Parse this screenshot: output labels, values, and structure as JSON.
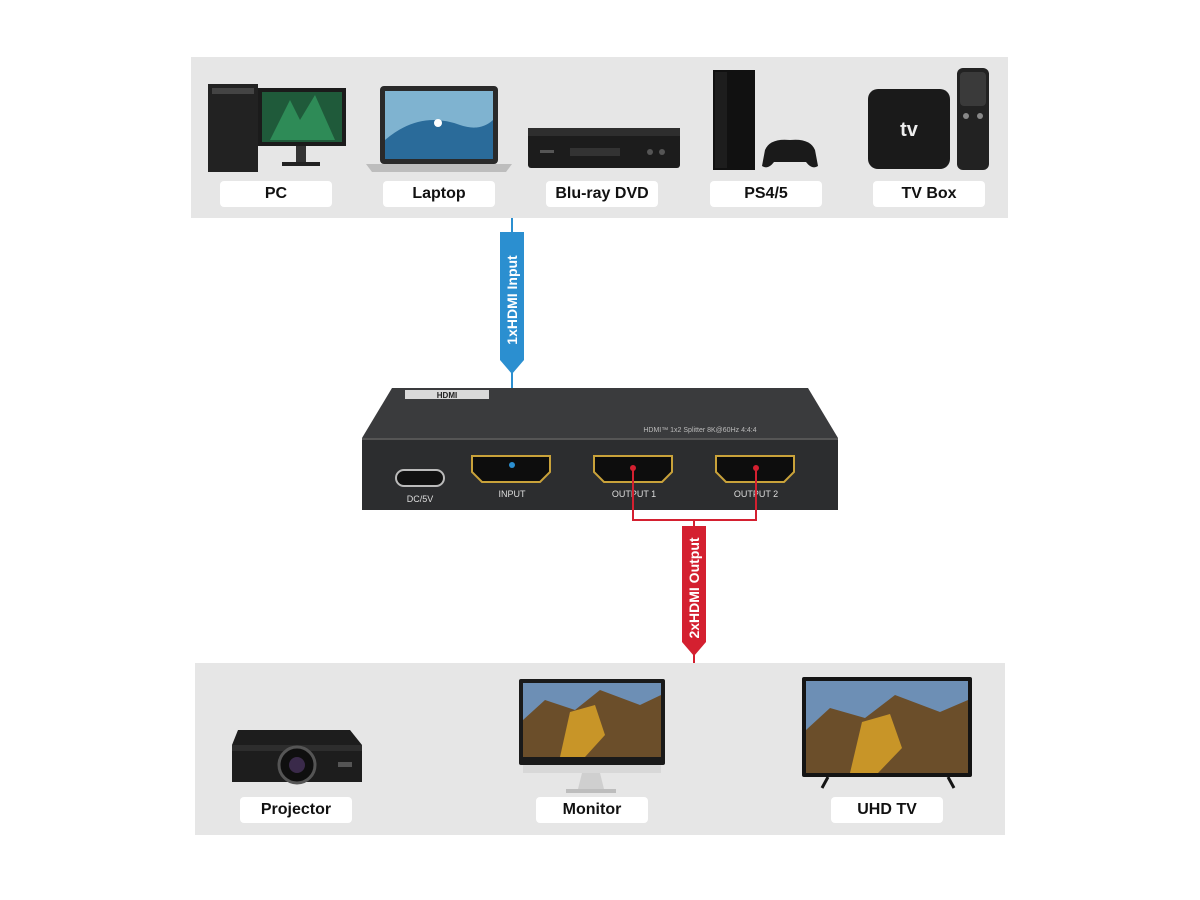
{
  "sources": [
    {
      "label": "PC",
      "icon": "pc-tower-monitor-icon"
    },
    {
      "label": "Laptop",
      "icon": "laptop-icon"
    },
    {
      "label": "Blu-ray DVD",
      "icon": "bluray-player-icon"
    },
    {
      "label": "PS4/5",
      "icon": "game-console-icon"
    },
    {
      "label": "TV Box",
      "icon": "tv-box-icon"
    }
  ],
  "input_arrow": {
    "text": "1xHDMI Input",
    "color": "#2b8fd0"
  },
  "output_arrow": {
    "text": "2xHDMI Output",
    "color": "#d42030"
  },
  "device": {
    "logo": "HDMI",
    "model": "HDMI™ 1x2 Splitter 8K@60Hz 4:4:4",
    "ports": {
      "power": "DC/5V",
      "input": "INPUT",
      "output1": "OUTPUT 1",
      "output2": "OUTPUT 2"
    }
  },
  "displays": [
    {
      "label": "Projector",
      "icon": "projector-icon"
    },
    {
      "label": "Monitor",
      "icon": "monitor-icon"
    },
    {
      "label": "UHD TV",
      "icon": "tv-icon"
    }
  ],
  "colors": {
    "panel": "#e6e6e6",
    "input_line": "#2b8fd0",
    "output_line": "#d42030",
    "device_body": "#2c2d2f"
  }
}
